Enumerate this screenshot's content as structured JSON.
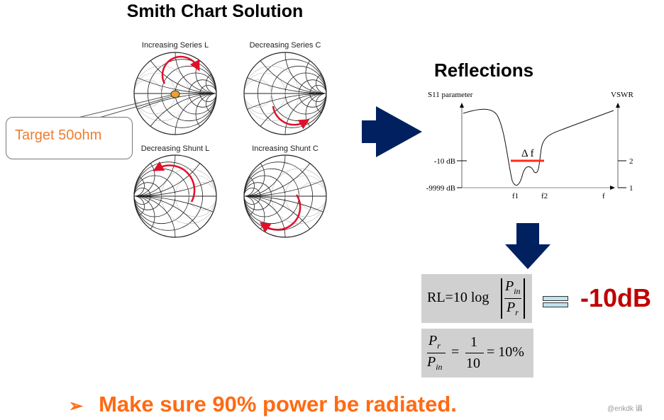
{
  "title": "Smith Chart Solution",
  "smith_charts": [
    {
      "label": "Increasing Series L",
      "type": "impedance"
    },
    {
      "label": "Decreasing Series C",
      "type": "impedance"
    },
    {
      "label": "Decreasing Shunt L",
      "type": "admittance"
    },
    {
      "label": "Increasing Shunt C",
      "type": "admittance"
    }
  ],
  "callout": "Target 50ohm",
  "reflections": {
    "title": "Reflections",
    "left_axis": "S11 parameter",
    "right_axis": "VSWR",
    "y_ticks_left": [
      "-10 dB",
      "-9999 dB"
    ],
    "y_ticks_right": [
      "2",
      "1"
    ],
    "x_ticks": [
      "f1",
      "f2",
      "f"
    ],
    "bandwidth_label": "Δ f"
  },
  "formula": {
    "rl_lhs": "RL=10 log",
    "p_in": "P",
    "in_sub": "in",
    "p_r": "P",
    "r_sub": "r",
    "ratio_one": "1",
    "ratio_ten": "10",
    "eq": "=",
    "percent": "= 10%"
  },
  "result": "-10dB",
  "bullet": "➢",
  "conclusion": "Make sure 90% power be radiated.",
  "watermark": "@erikdk 谝",
  "colors": {
    "navy": "#002060",
    "red": "#c00000",
    "orange": "#ff6a13",
    "arrow_red": "#e0102a"
  }
}
